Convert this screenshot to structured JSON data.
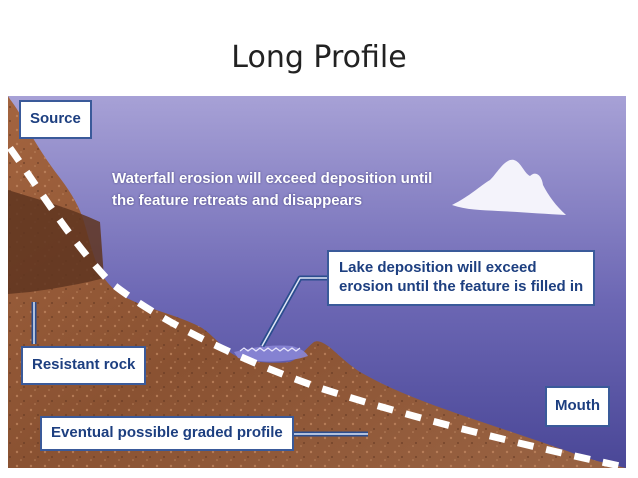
{
  "title": "Long Profile",
  "labels": {
    "source": "Source",
    "waterfall_line1": "Waterfall erosion will exceed deposition until",
    "waterfall_line2": "the feature retreats and disappears",
    "lake_line1": "Lake deposition will exceed",
    "lake_line2": "erosion until the feature is filled in",
    "resistant_rock": "Resistant rock",
    "graded_profile": "Eventual possible graded profile",
    "mouth": "Mouth"
  },
  "colors": {
    "sky_top": "#9c95cf",
    "sky_bottom": "#4d4a9c",
    "land_dark": "#6e3f25",
    "land_light": "#b4744f",
    "label_border": "#3a5a9a",
    "label_text": "#1d3f80",
    "dashed_line": "#ffffff",
    "water": "#8a86d6"
  }
}
